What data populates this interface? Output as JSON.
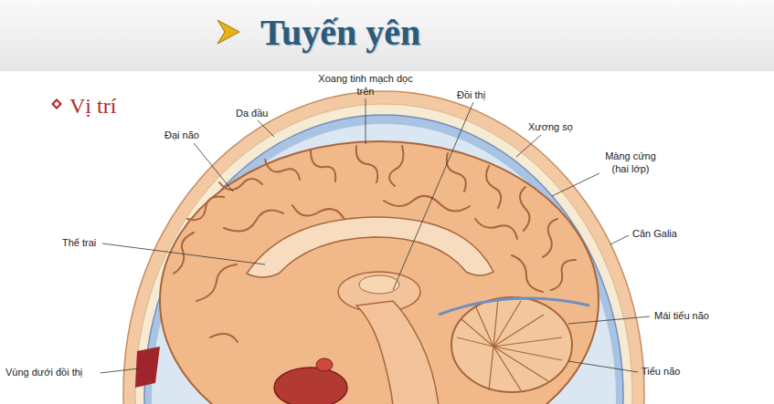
{
  "diagram": {
    "title": "Tuyến yên",
    "labels": [
      "Vị trí",
      "Xoang tinh mạch dọc trên",
      "Đồi thị",
      "Da đầu",
      "Đại não",
      "Xương sọ",
      "Màng cứng (hai lớp)",
      "Cân Galia",
      "Thể trai",
      "Mái tiểu não",
      "Vùng dưới đồi thị",
      "Tiểu não"
    ]
  }
}
